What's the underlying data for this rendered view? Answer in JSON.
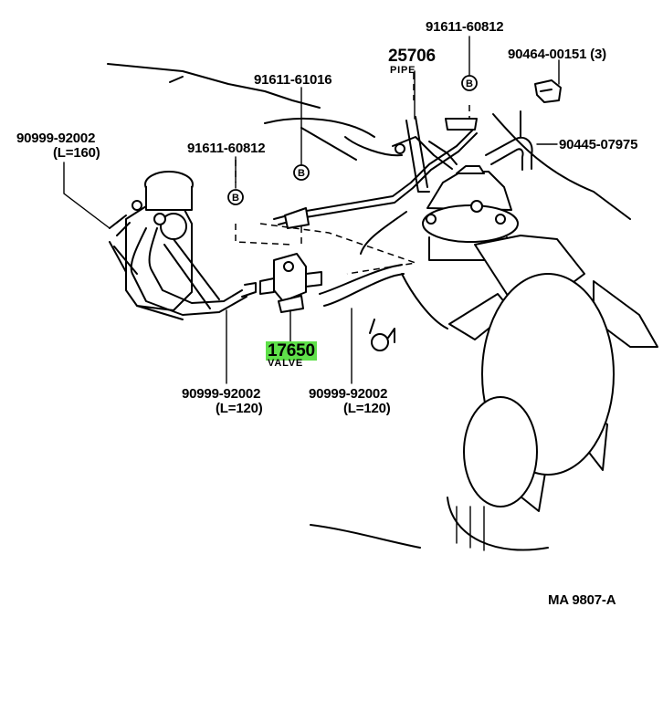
{
  "labels": {
    "p_91611_60812_top": "91611-60812",
    "p_25706": "25706",
    "p_25706_name": "PIPE",
    "p_90464": "90464-00151 (3)",
    "p_91611_61016": "91611-61016",
    "p_90999_l160": "90999-92002",
    "p_90999_l160_len": "(L=160)",
    "p_91611_60812_left": "91611-60812",
    "p_90445": "90445-07975",
    "p_17650": "17650",
    "p_17650_name": "VALVE",
    "p_90999_l120_left": "90999-92002",
    "p_90999_l120_left_len": "(L=120)",
    "p_90999_l120_right": "90999-92002",
    "p_90999_l120_right_len": "(L=120)",
    "diagram_code": "MA  9807-A"
  },
  "bolt_glyph": "B",
  "colors": {
    "highlight": "#5fe04a",
    "ink": "#000000"
  }
}
